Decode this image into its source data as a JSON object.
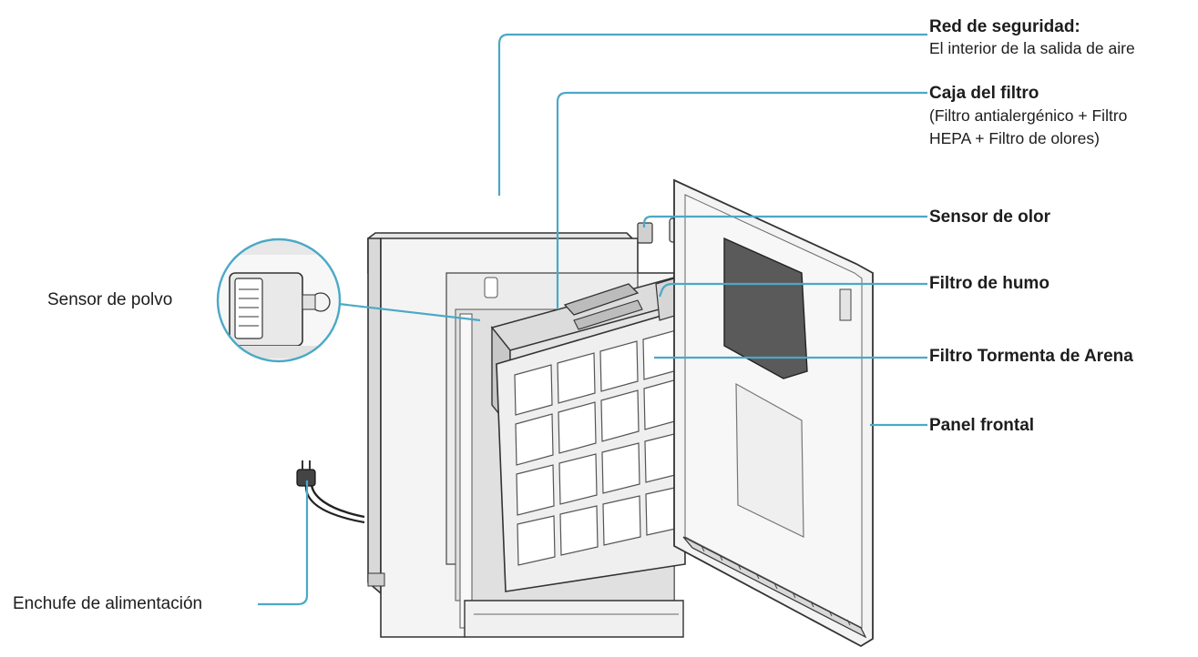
{
  "labels": {
    "red_seguridad": {
      "title": "Red de seguridad:",
      "desc": "El interior de la salida de aire"
    },
    "caja_filtro": {
      "title": "Caja del filtro",
      "desc_1": "(Filtro antialergénico + Filtro",
      "desc_2": "HEPA + Filtro de olores)"
    },
    "sensor_olor": "Sensor de olor",
    "filtro_humo": "Filtro de humo",
    "filtro_tormenta": "Filtro Tormenta de Arena",
    "panel_frontal": "Panel frontal",
    "sensor_polvo": "Sensor de polvo",
    "enchufe": "Enchufe de alimentación"
  },
  "colors": {
    "leader_line": "#4aa9c6",
    "body_fill": "#f2f2f2",
    "outline": "#333333"
  }
}
